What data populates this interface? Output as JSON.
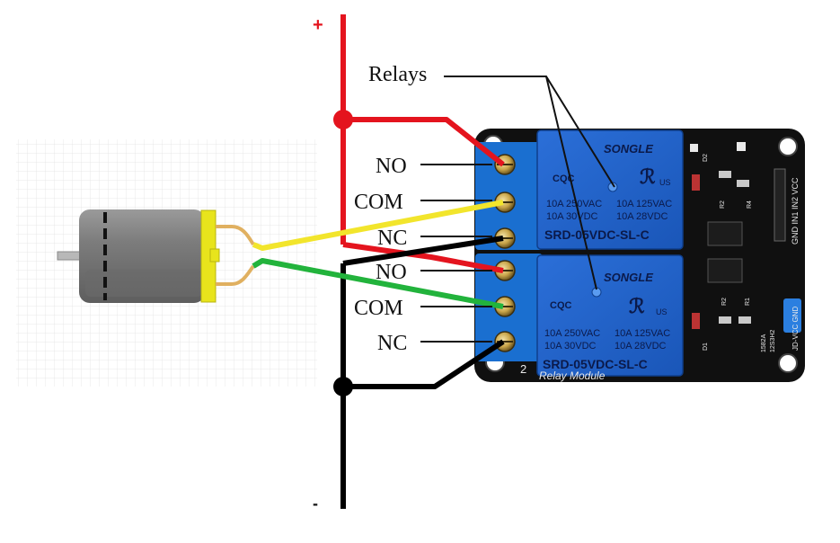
{
  "polarity": {
    "positive": "+",
    "negative": "-"
  },
  "callout": {
    "text": "Relays"
  },
  "relay1": {
    "terminals": [
      "NO",
      "COM",
      "NC"
    ],
    "brand": "SONGLE",
    "rating_ac": "10A 250VAC",
    "rating_ac2": "10A 125VAC",
    "rating_dc": "10A 30VDC",
    "rating_dc2": "10A 28VDC",
    "model": "SRD-05VDC-SL-C",
    "cert": "CQC",
    "cert2": "US"
  },
  "relay2": {
    "terminals": [
      "NO",
      "COM",
      "NC"
    ],
    "brand": "SONGLE",
    "rating_ac": "10A 250VAC",
    "rating_ac2": "10A 125VAC",
    "rating_dc": "10A 30VDC",
    "rating_dc2": "10A 28VDC",
    "model": "SRD-05VDC-SL-C",
    "cert": "CQC",
    "cert2": "US"
  },
  "board": {
    "channel_mark": "2",
    "module_text": "Relay Module",
    "header_pins": "GND IN1 IN2 VCC",
    "jumper_pins": "JD-VCC GND",
    "part_codes": [
      "D2",
      "R2",
      "R4",
      "R2",
      "R1",
      "D1",
      "1582A",
      "12S3H2"
    ]
  },
  "colors": {
    "wire_positive": "#e4141e",
    "wire_negative": "#000000",
    "wire_yellow": "#f2e52c",
    "wire_green": "#22b33c",
    "relay_blue": "#1f5fc4",
    "board_black": "#101010",
    "terminal_blue": "#1a6fd0",
    "motor_yellow": "#e8e41c"
  }
}
